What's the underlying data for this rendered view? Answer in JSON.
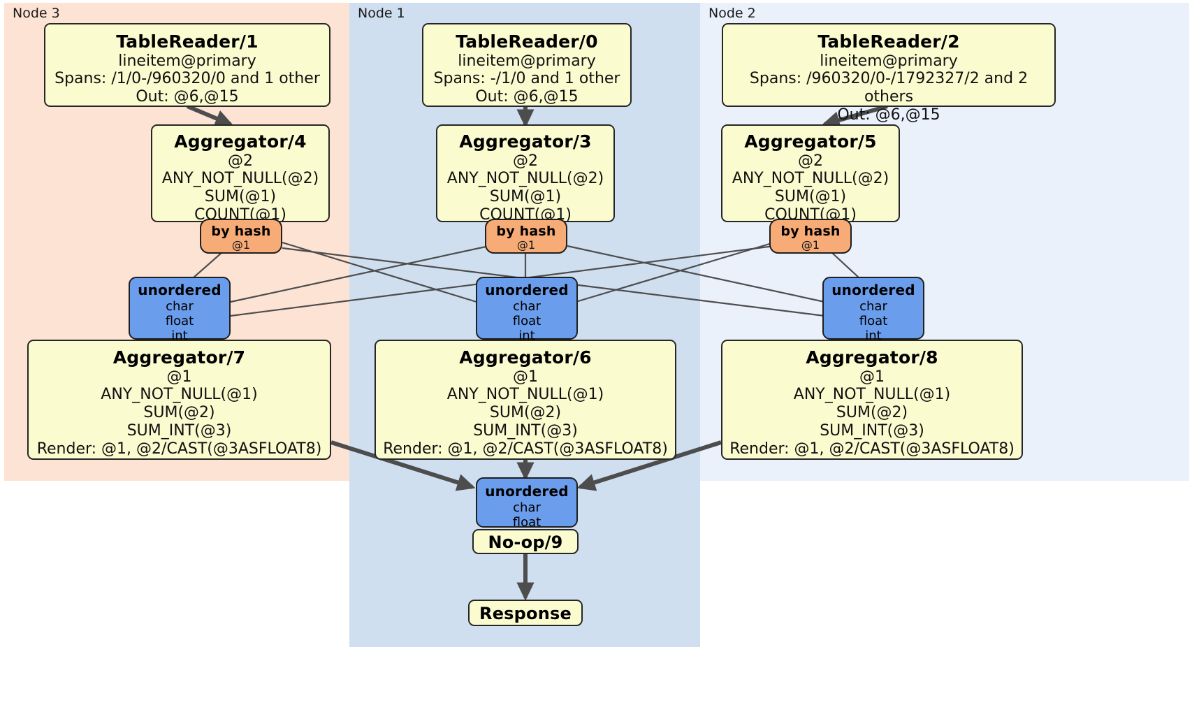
{
  "diagram": {
    "type": "distributed-query-plan",
    "nodes": [
      {
        "id": "node3",
        "label": "Node 3",
        "color": "#fde3d4"
      },
      {
        "id": "node1",
        "label": "Node 1",
        "color": "#cfdff0"
      },
      {
        "id": "node2",
        "label": "Node 2",
        "color": "#eaf1fb"
      }
    ]
  },
  "processors": {
    "table_reader_1": {
      "title": "TableReader/1",
      "lines": [
        "lineitem@primary",
        "Spans: /1/0-/960320/0 and 1 other",
        "Out: @6,@15"
      ]
    },
    "table_reader_0": {
      "title": "TableReader/0",
      "lines": [
        "lineitem@primary",
        "Spans: -/1/0 and 1 other",
        "Out: @6,@15"
      ]
    },
    "table_reader_2": {
      "title": "TableReader/2",
      "lines": [
        "lineitem@primary",
        "Spans: /960320/0-/1792327/2 and 2 others",
        "Out: @6,@15"
      ]
    },
    "aggregator_4": {
      "title": "Aggregator/4",
      "lines": [
        "@2",
        "ANY_NOT_NULL(@2)",
        "SUM(@1)",
        "COUNT(@1)"
      ]
    },
    "aggregator_3": {
      "title": "Aggregator/3",
      "lines": [
        "@2",
        "ANY_NOT_NULL(@2)",
        "SUM(@1)",
        "COUNT(@1)"
      ]
    },
    "aggregator_5": {
      "title": "Aggregator/5",
      "lines": [
        "@2",
        "ANY_NOT_NULL(@2)",
        "SUM(@1)",
        "COUNT(@1)"
      ]
    },
    "aggregator_7": {
      "title": "Aggregator/7",
      "lines": [
        "@1",
        "ANY_NOT_NULL(@1)",
        "SUM(@2)",
        "SUM_INT(@3)",
        "Render: @1, @2/CAST(@3ASFLOAT8)"
      ]
    },
    "aggregator_6": {
      "title": "Aggregator/6",
      "lines": [
        "@1",
        "ANY_NOT_NULL(@1)",
        "SUM(@2)",
        "SUM_INT(@3)",
        "Render: @1, @2/CAST(@3ASFLOAT8)"
      ]
    },
    "aggregator_8": {
      "title": "Aggregator/8",
      "lines": [
        "@1",
        "ANY_NOT_NULL(@1)",
        "SUM(@2)",
        "SUM_INT(@3)",
        "Render: @1, @2/CAST(@3ASFLOAT8)"
      ]
    },
    "no_op_9": {
      "title": "No-op/9",
      "lines": []
    },
    "response": {
      "title": "Response",
      "lines": []
    }
  },
  "routers": {
    "by_hash_left": {
      "title": "by hash",
      "lines": [
        "@1"
      ]
    },
    "by_hash_center": {
      "title": "by hash",
      "lines": [
        "@1"
      ]
    },
    "by_hash_right": {
      "title": "by hash",
      "lines": [
        "@1"
      ]
    }
  },
  "synchronizers": {
    "unordered_left": {
      "title": "unordered",
      "lines": [
        "char",
        "float",
        "int"
      ]
    },
    "unordered_center": {
      "title": "unordered",
      "lines": [
        "char",
        "float",
        "int"
      ]
    },
    "unordered_right": {
      "title": "unordered",
      "lines": [
        "char",
        "float",
        "int"
      ]
    },
    "unordered_final": {
      "title": "unordered",
      "lines": [
        "char",
        "float"
      ]
    }
  },
  "colors": {
    "processor_fill": "#fbfbd0",
    "router_fill": "#f7ac77",
    "sync_fill": "#6b9ded",
    "edge": "#4d4d4d",
    "node3_bg": "#fde3d4",
    "node1_bg": "#cfdff0",
    "node2_bg": "#eaf1fb"
  }
}
